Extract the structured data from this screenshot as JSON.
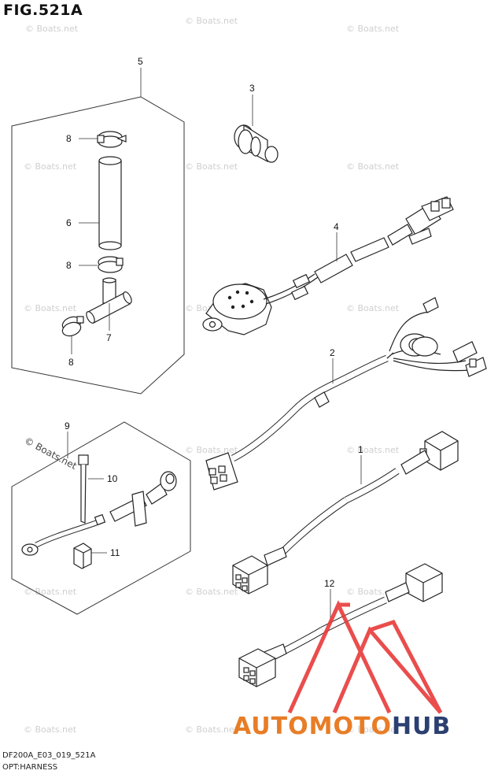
{
  "figure": {
    "title": "FIG.521A",
    "code": "DF200A_E03_019_521A",
    "caption": "OPT:HARNESS"
  },
  "callouts": [
    {
      "id": "callout-5",
      "label": "5"
    },
    {
      "id": "callout-8a",
      "label": "8"
    },
    {
      "id": "callout-6",
      "label": "6"
    },
    {
      "id": "callout-8b",
      "label": "8"
    },
    {
      "id": "callout-7",
      "label": "7"
    },
    {
      "id": "callout-8c",
      "label": "8"
    },
    {
      "id": "callout-3",
      "label": "3"
    },
    {
      "id": "callout-4",
      "label": "4"
    },
    {
      "id": "callout-2",
      "label": "2"
    },
    {
      "id": "callout-9",
      "label": "9"
    },
    {
      "id": "callout-10",
      "label": "10"
    },
    {
      "id": "callout-11",
      "label": "11"
    },
    {
      "id": "callout-1",
      "label": "1"
    },
    {
      "id": "callout-12",
      "label": "12"
    }
  ],
  "watermark": {
    "text": "© Boats.net"
  },
  "brand": {
    "part1": "AUTOMOTO",
    "part2": "HUB",
    "color_primary": "#e87d27",
    "color_secondary": "#2b3f70",
    "logo_color": "#e83a3a"
  }
}
